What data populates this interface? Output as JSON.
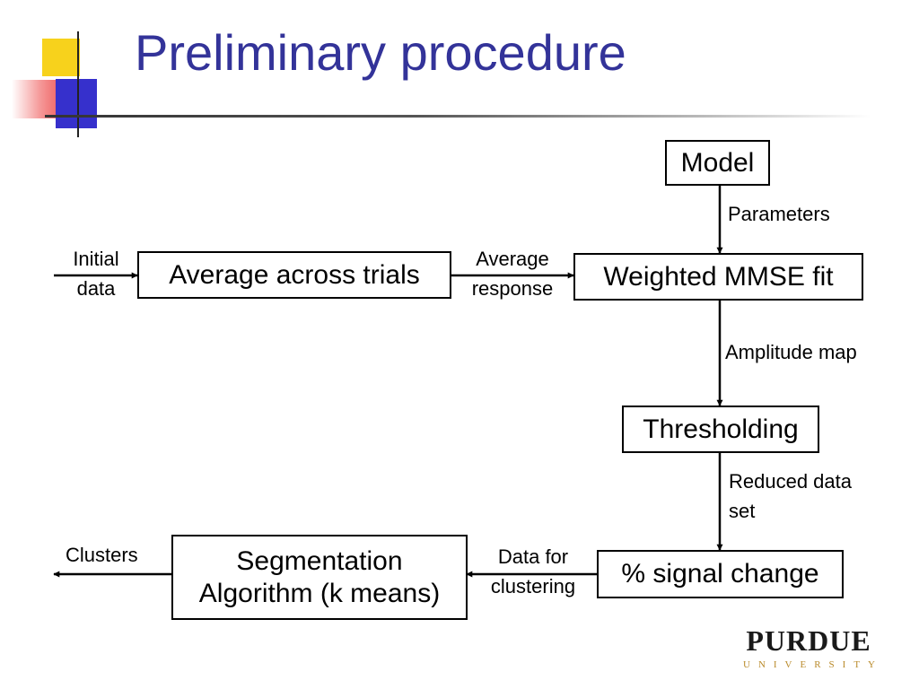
{
  "slide": {
    "title": "Preliminary procedure"
  },
  "diagram": {
    "nodes": {
      "model": "Model",
      "average_across_trials": "Average across trials",
      "weighted_mmse_fit": "Weighted MMSE fit",
      "thresholding": "Thresholding",
      "signal_change": "% signal change",
      "segmentation_line1": "Segmentation",
      "segmentation_line2": "Algorithm (k means)"
    },
    "edge_labels": {
      "initial_data_line1": "Initial",
      "initial_data_line2": "data",
      "average_response_line1": "Average",
      "average_response_line2": "response",
      "parameters": "Parameters",
      "amplitude_map": "Amplitude map",
      "reduced_data_set_line1": "Reduced data",
      "reduced_data_set_line2": "set",
      "data_for_clustering_line1": "Data for",
      "data_for_clustering_line2": "clustering",
      "clusters": "Clusters"
    }
  },
  "logo": {
    "name": "PURDUE",
    "subtitle": "UNIVERSITY"
  }
}
